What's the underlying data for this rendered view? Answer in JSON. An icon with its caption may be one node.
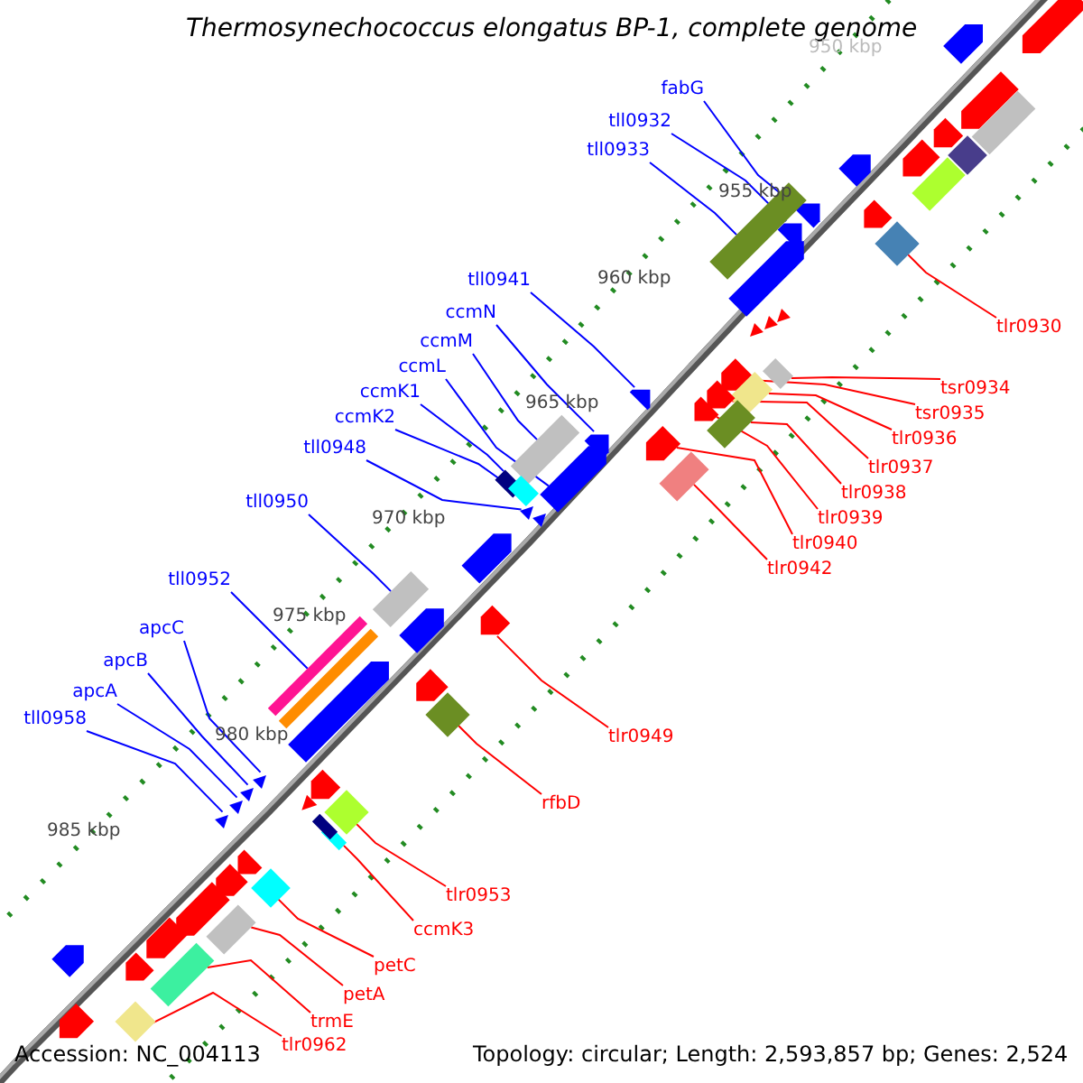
{
  "diagram": {
    "title": "Thermosynechococcus elongatus BP-1, complete genome",
    "nodes": [
      {
        "text": [
          "fabG"
        ]
      },
      {
        "text": [
          "tll0932"
        ]
      },
      {
        "text": [
          "tll0933"
        ]
      },
      {
        "text": [
          "tll0941"
        ]
      },
      {
        "text": [
          "ccmN"
        ]
      },
      {
        "text": [
          "ccmM"
        ]
      },
      {
        "text": [
          "ccmL"
        ]
      },
      {
        "text": [
          "ccmK1"
        ]
      },
      {
        "text": [
          "ccmK2"
        ]
      },
      {
        "text": [
          "tll0948"
        ]
      },
      {
        "text": [
          "tll0950"
        ]
      },
      {
        "text": [
          "tll0952"
        ]
      },
      {
        "text": [
          "apcC"
        ]
      },
      {
        "text": [
          "apcB"
        ]
      },
      {
        "text": [
          "apcA"
        ]
      },
      {
        "text": [
          "tll0958"
        ]
      },
      {
        "text": [
          "tlr0930"
        ]
      },
      {
        "text": [
          "tsr0934"
        ]
      },
      {
        "text": [
          "tsr0935"
        ]
      },
      {
        "text": [
          "tlr0936"
        ]
      },
      {
        "text": [
          "tlr0937"
        ]
      },
      {
        "text": [
          "tlr0938"
        ]
      },
      {
        "text": [
          "tlr0939"
        ]
      },
      {
        "text": [
          "tlr0940"
        ]
      },
      {
        "text": [
          "tlr0942"
        ]
      },
      {
        "text": [
          "tlr0949"
        ]
      },
      {
        "text": [
          "rfbD"
        ]
      },
      {
        "text": [
          "tlr0953"
        ]
      },
      {
        "text": [
          "ccmK3"
        ]
      },
      {
        "text": [
          "petC"
        ]
      },
      {
        "text": [
          "petA"
        ]
      },
      {
        "text": [
          "trmE"
        ]
      },
      {
        "text": [
          "tlr0962"
        ]
      },
      {
        "text": [],
        "shape": "box"
      },
      {
        "text": [],
        "shape": "box"
      },
      {
        "text": [],
        "shape": "box"
      },
      {
        "text": [],
        "shape": "box"
      },
      {
        "text": [],
        "shape": "box"
      },
      {
        "text": [],
        "shape": "box"
      },
      {
        "text": [],
        "shape": "box"
      },
      {
        "text": [],
        "shape": "box"
      },
      {
        "text": [],
        "shape": "box"
      },
      {
        "text": [],
        "shape": "box"
      },
      {
        "text": [],
        "shape": "box"
      },
      {
        "text": [],
        "shape": "box"
      },
      {
        "text": [],
        "shape": "box"
      },
      {
        "text": [],
        "shape": "box"
      },
      {
        "text": [],
        "shape": "box"
      },
      {
        "text": [],
        "shape": "box"
      },
      {
        "text": [],
        "shape": "diamond"
      },
      {
        "text": [],
        "shape": "box"
      },
      {
        "text": [],
        "shape": "box"
      },
      {
        "text": [],
        "shape": "box"
      },
      {
        "text": [],
        "shape": "box"
      },
      {
        "text": [],
        "shape": "box"
      },
      {
        "text": [],
        "shape": "box"
      },
      {
        "text": [],
        "shape": "box"
      },
      {
        "text": [],
        "shape": "box"
      },
      {
        "text": [],
        "shape": "box"
      },
      {
        "text": [],
        "shape": "diamond"
      },
      {
        "text": [],
        "shape": "diamond"
      },
      {
        "text": [],
        "shape": "box"
      },
      {
        "text": [],
        "shape": "diamond"
      },
      {
        "text": [],
        "shape": "box"
      },
      {
        "text": [],
        "shape": "box"
      },
      {
        "text": [],
        "shape": "diamond"
      },
      {
        "text": [],
        "shape": "box"
      },
      {
        "text": [],
        "shape": "box"
      },
      {
        "text": [],
        "shape": "box"
      },
      {
        "text": [],
        "shape": "box"
      },
      {
        "text": [],
        "shape": "box"
      },
      {
        "text": [],
        "shape": "box"
      },
      {
        "text": [],
        "shape": "diamond"
      },
      {
        "text": [],
        "shape": "box"
      },
      {
        "text": [],
        "shape": "box"
      },
      {
        "text": [],
        "shape": "box"
      },
      {
        "text": [],
        "shape": "box"
      },
      {
        "text": [],
        "shape": "box"
      },
      {
        "text": [],
        "shape": "box"
      },
      {
        "text": [],
        "shape": "box"
      },
      {
        "text": [],
        "shape": "box"
      },
      {
        "text": [],
        "shape": "box"
      },
      {
        "text": [],
        "shape": "box"
      },
      {
        "text": [],
        "shape": "box"
      },
      {
        "text": [],
        "shape": "box"
      },
      {
        "text": [],
        "shape": "box"
      },
      {
        "text": [],
        "shape": "box"
      },
      {
        "text": [],
        "shape": "box"
      },
      {
        "text": [],
        "shape": "box"
      },
      {
        "text": [],
        "shape": "box"
      },
      {
        "text": [],
        "shape": "box"
      },
      {
        "text": [],
        "shape": "box"
      },
      {
        "text": [],
        "shape": "box"
      },
      {
        "text": [],
        "shape": "box"
      },
      {
        "text": [],
        "shape": "box"
      },
      {
        "text": [],
        "shape": "box"
      }
    ],
    "edges": [
      {
        "from": 0,
        "to": 33,
        "arrow": "none",
        "color": "#0000ff"
      },
      {
        "from": 1,
        "to": 34,
        "arrow": "none",
        "color": "#0000ff"
      },
      {
        "from": 2,
        "to": 35,
        "arrow": "none",
        "color": "#0000ff"
      },
      {
        "from": 3,
        "to": 36,
        "arrow": "none",
        "color": "#0000ff"
      },
      {
        "from": 4,
        "to": 37,
        "arrow": "none",
        "color": "#0000ff"
      },
      {
        "from": 5,
        "to": 38,
        "arrow": "none",
        "color": "#0000ff"
      },
      {
        "from": 6,
        "to": 39,
        "arrow": "none",
        "color": "#0000ff"
      },
      {
        "from": 7,
        "to": 40,
        "arrow": "none",
        "color": "#0000ff"
      },
      {
        "from": 8,
        "to": 41,
        "arrow": "none",
        "color": "#0000ff"
      },
      {
        "from": 9,
        "to": 42,
        "arrow": "none",
        "color": "#0000ff"
      },
      {
        "from": 10,
        "to": 43,
        "arrow": "none",
        "color": "#0000ff"
      },
      {
        "from": 11,
        "to": 44,
        "arrow": "none",
        "color": "#0000ff"
      },
      {
        "from": 12,
        "to": 45,
        "arrow": "none",
        "color": "#0000ff"
      },
      {
        "from": 13,
        "to": 46,
        "arrow": "none",
        "color": "#0000ff"
      },
      {
        "from": 14,
        "to": 47,
        "arrow": "none",
        "color": "#0000ff"
      },
      {
        "from": 15,
        "to": 48,
        "arrow": "none",
        "color": "#0000ff"
      },
      {
        "from": 16,
        "to": 49,
        "arrow": "none",
        "color": "#ff0000"
      },
      {
        "from": 17,
        "to": 50,
        "arrow": "none",
        "color": "#ff0000"
      },
      {
        "from": 18,
        "to": 51,
        "arrow": "none",
        "color": "#ff0000"
      },
      {
        "from": 19,
        "to": 52,
        "arrow": "none",
        "color": "#ff0000"
      },
      {
        "from": 20,
        "to": 53,
        "arrow": "none",
        "color": "#ff0000"
      },
      {
        "from": 21,
        "to": 54,
        "arrow": "none",
        "color": "#ff0000"
      },
      {
        "from": 22,
        "to": 55,
        "arrow": "none",
        "color": "#ff0000"
      },
      {
        "from": 23,
        "to": 56,
        "arrow": "none",
        "color": "#ff0000"
      },
      {
        "from": 24,
        "to": 57,
        "arrow": "none",
        "color": "#ff0000"
      },
      {
        "from": 25,
        "to": 58,
        "arrow": "none",
        "color": "#ff0000"
      },
      {
        "from": 26,
        "to": 59,
        "arrow": "none",
        "color": "#ff0000"
      },
      {
        "from": 27,
        "to": 60,
        "arrow": "none",
        "color": "#ff0000"
      },
      {
        "from": 28,
        "to": 61,
        "arrow": "none",
        "color": "#ff0000"
      },
      {
        "from": 29,
        "to": 62,
        "arrow": "none",
        "color": "#ff0000"
      },
      {
        "from": 30,
        "to": 63,
        "arrow": "none",
        "color": "#ff0000"
      },
      {
        "from": 31,
        "to": 64,
        "arrow": "none",
        "color": "#ff0000"
      },
      {
        "from": 32,
        "to": 65,
        "arrow": "none",
        "color": "#ff0000"
      }
    ],
    "labels": [
      "950 kbp",
      "955 kbp",
      "960 kbp",
      "965 kbp",
      "970 kbp",
      "975 kbp",
      "980 kbp",
      "985 kbp",
      "Accession: NC_004113",
      "Topology: circular; Length: 2,593,857 bp; Genes: 2,524"
    ]
  }
}
